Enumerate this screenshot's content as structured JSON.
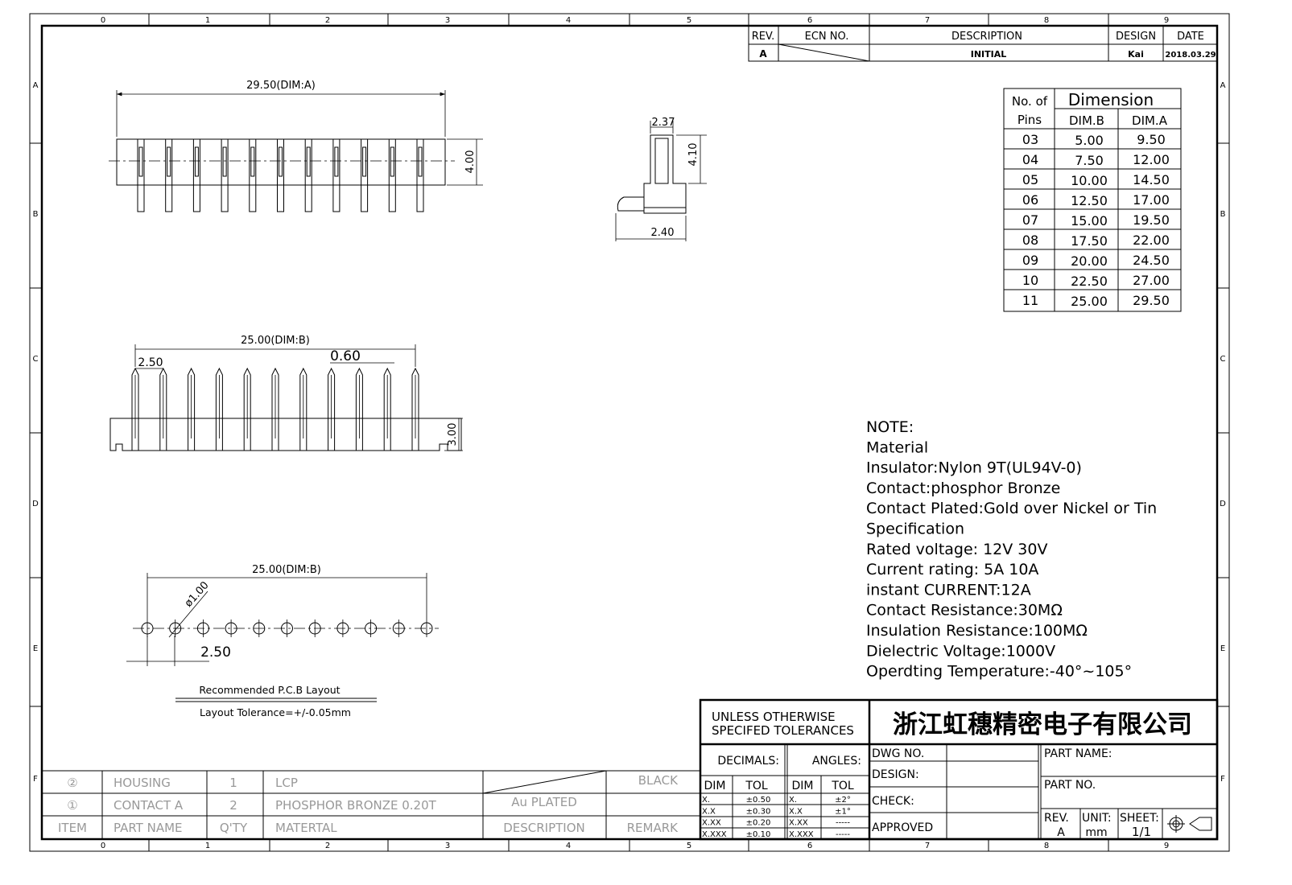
{
  "zones": {
    "columns": [
      "0",
      "1",
      "2",
      "3",
      "4",
      "5",
      "6",
      "7",
      "8",
      "9"
    ],
    "rows": [
      "A",
      "B",
      "C",
      "D",
      "E",
      "F"
    ]
  },
  "revision_table": {
    "headers": [
      "REV.",
      "ECN NO.",
      "DESCRIPTION",
      "DESIGN",
      "DATE"
    ],
    "row": {
      "rev": "A",
      "description": "INITIAL",
      "design": "Kai",
      "date": "2018.03.29"
    }
  },
  "dimension_table": {
    "header_no_of": "No. of",
    "header_pins": "Pins",
    "header_dimension": "Dimension",
    "col_b": "DIM.B",
    "col_a": "DIM.A",
    "rows": [
      [
        "03",
        "5.00",
        "9.50"
      ],
      [
        "04",
        "7.50",
        "12.00"
      ],
      [
        "05",
        "10.00",
        "14.50"
      ],
      [
        "06",
        "12.50",
        "17.00"
      ],
      [
        "07",
        "15.00",
        "19.50"
      ],
      [
        "08",
        "17.50",
        "22.00"
      ],
      [
        "09",
        "20.00",
        "24.50"
      ],
      [
        "10",
        "22.50",
        "27.00"
      ],
      [
        "11",
        "25.00",
        "29.50"
      ]
    ]
  },
  "views": {
    "top": {
      "dim_a": "29.50(DIM:A)",
      "height": "4.00"
    },
    "side": {
      "width": "2.37",
      "height": "4.10",
      "base": "2.40"
    },
    "front": {
      "dim_b": "25.00(DIM:B)",
      "pitch": "2.50",
      "pin": "0.60",
      "height": "3.00"
    },
    "pcb": {
      "dim_b": "25.00(DIM:B)",
      "hole": "ø1.00",
      "pitch": "2.50",
      "title": "Recommended P.C.B Layout",
      "tolerance": "Layout Tolerance=+/-0.05mm"
    }
  },
  "notes": [
    "NOTE:",
    "Material",
    "Insulator:Nylon  9T(UL94V-0)",
    "Contact:phosphor  Bronze",
    "Contact  Plated:Gold  over  Nickel  or  Tin",
    "Specification",
    "Rated  voltage:  12V  30V",
    " Current  rating:   5A  10A",
    "instant  CURRENT:12A",
    "Contact  Resistance:30MΩ",
    "Insulation  Resistance:100MΩ",
    "Dielectric  Voltage:1000V",
    "Operdting  Temperature:-40°~105°"
  ],
  "title_block": {
    "tolerance_title_1": "UNLESS  OTHERWISE",
    "tolerance_title_2": "SPECIFED  TOLERANCES",
    "company": "浙江虹穗精密电子有限公司",
    "decimals": "DECIMALS:",
    "angles": "ANGLES:",
    "dim": "DIM",
    "tol": "TOL",
    "decimal_rows": [
      [
        "X.",
        "±0.50"
      ],
      [
        "X.X",
        "±0.30"
      ],
      [
        "X.XX",
        "±0.20"
      ],
      [
        "X.XXX",
        "±0.10"
      ]
    ],
    "angle_rows": [
      [
        "X.",
        "±2°"
      ],
      [
        "X.X",
        "±1°"
      ],
      [
        "X.XX",
        "-----"
      ],
      [
        "X.XXX",
        "-----"
      ]
    ],
    "dwg_no": "DWG  NO.",
    "design": "DESIGN:",
    "check": "CHECK:",
    "approved": "APPROVED",
    "part_name": "PART  NAME:",
    "part_no": "PART  NO.",
    "rev_label": "REV.",
    "rev_value": "A",
    "unit_label": "UNIT:",
    "unit_value": "mm",
    "sheet_label": "SHEET:",
    "sheet_value": "1/1"
  },
  "bom": {
    "headers": [
      "ITEM",
      "PART NAME",
      "Q'TY",
      "MATERTAL",
      "DESCRIPTION",
      "REMARK"
    ],
    "rows": [
      {
        "item": "②",
        "name": "HOUSING",
        "qty": "1",
        "material": "LCP",
        "description": "",
        "remark": "BLACK"
      },
      {
        "item": "①",
        "name": "CONTACT  A",
        "qty": "2",
        "material": "PHOSPHOR  BRONZE  0.20T",
        "description": "Au  PLATED",
        "remark": ""
      }
    ]
  }
}
